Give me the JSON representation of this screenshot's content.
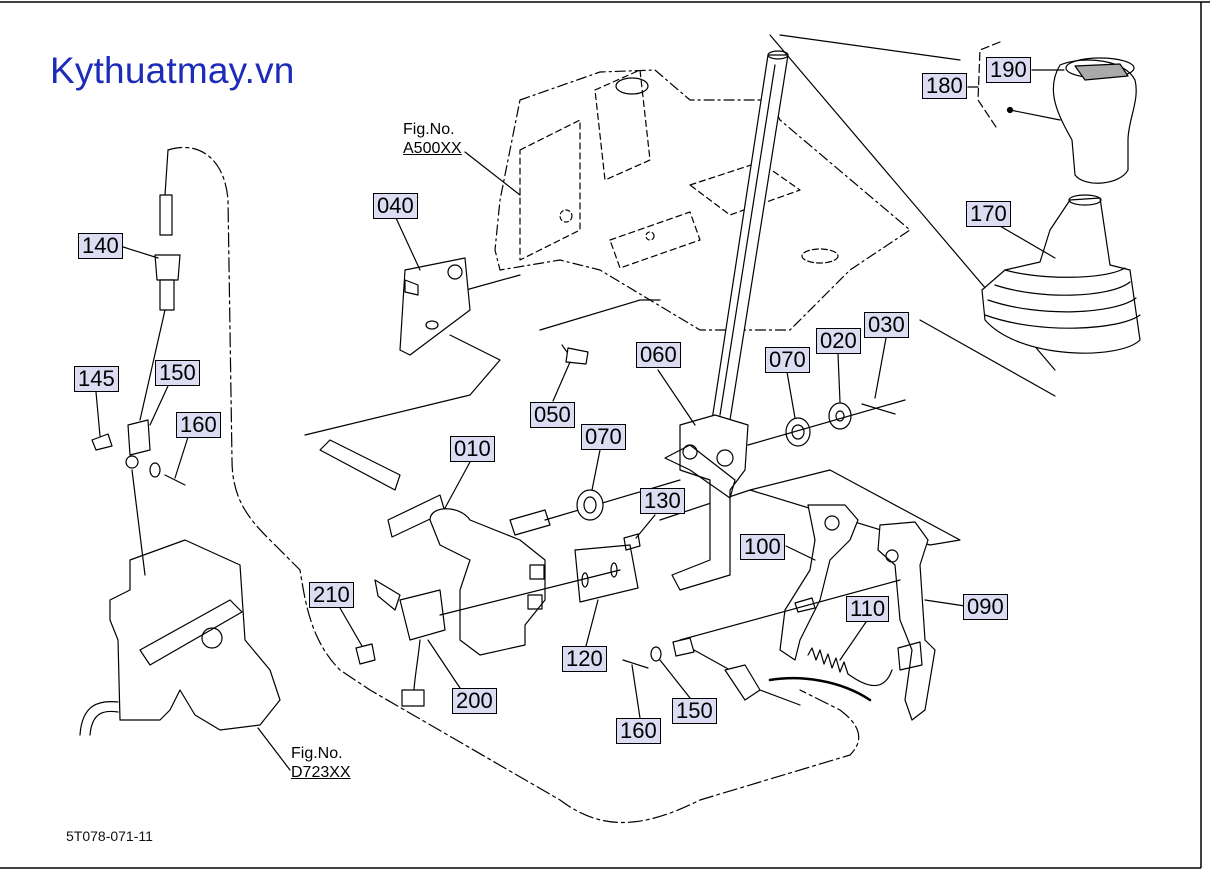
{
  "watermark": "Kythuatmay.vn",
  "document_code": "5T078-071-11",
  "figure_refs": {
    "top": {
      "line1": "Fig.No.",
      "line2": "A500XX"
    },
    "bottom": {
      "line1": "Fig.No.",
      "line2": "D723XX"
    }
  },
  "part_labels": [
    "190",
    "180",
    "170",
    "040",
    "140",
    "145",
    "150",
    "160",
    "050",
    "060",
    "070",
    "020",
    "030",
    "010",
    "070",
    "130",
    "100",
    "110",
    "090",
    "210",
    "120",
    "200",
    "150",
    "160"
  ],
  "colors": {
    "label_fill": "#dcdcf2",
    "watermark": "#1c2bb8",
    "line": "#000000"
  }
}
